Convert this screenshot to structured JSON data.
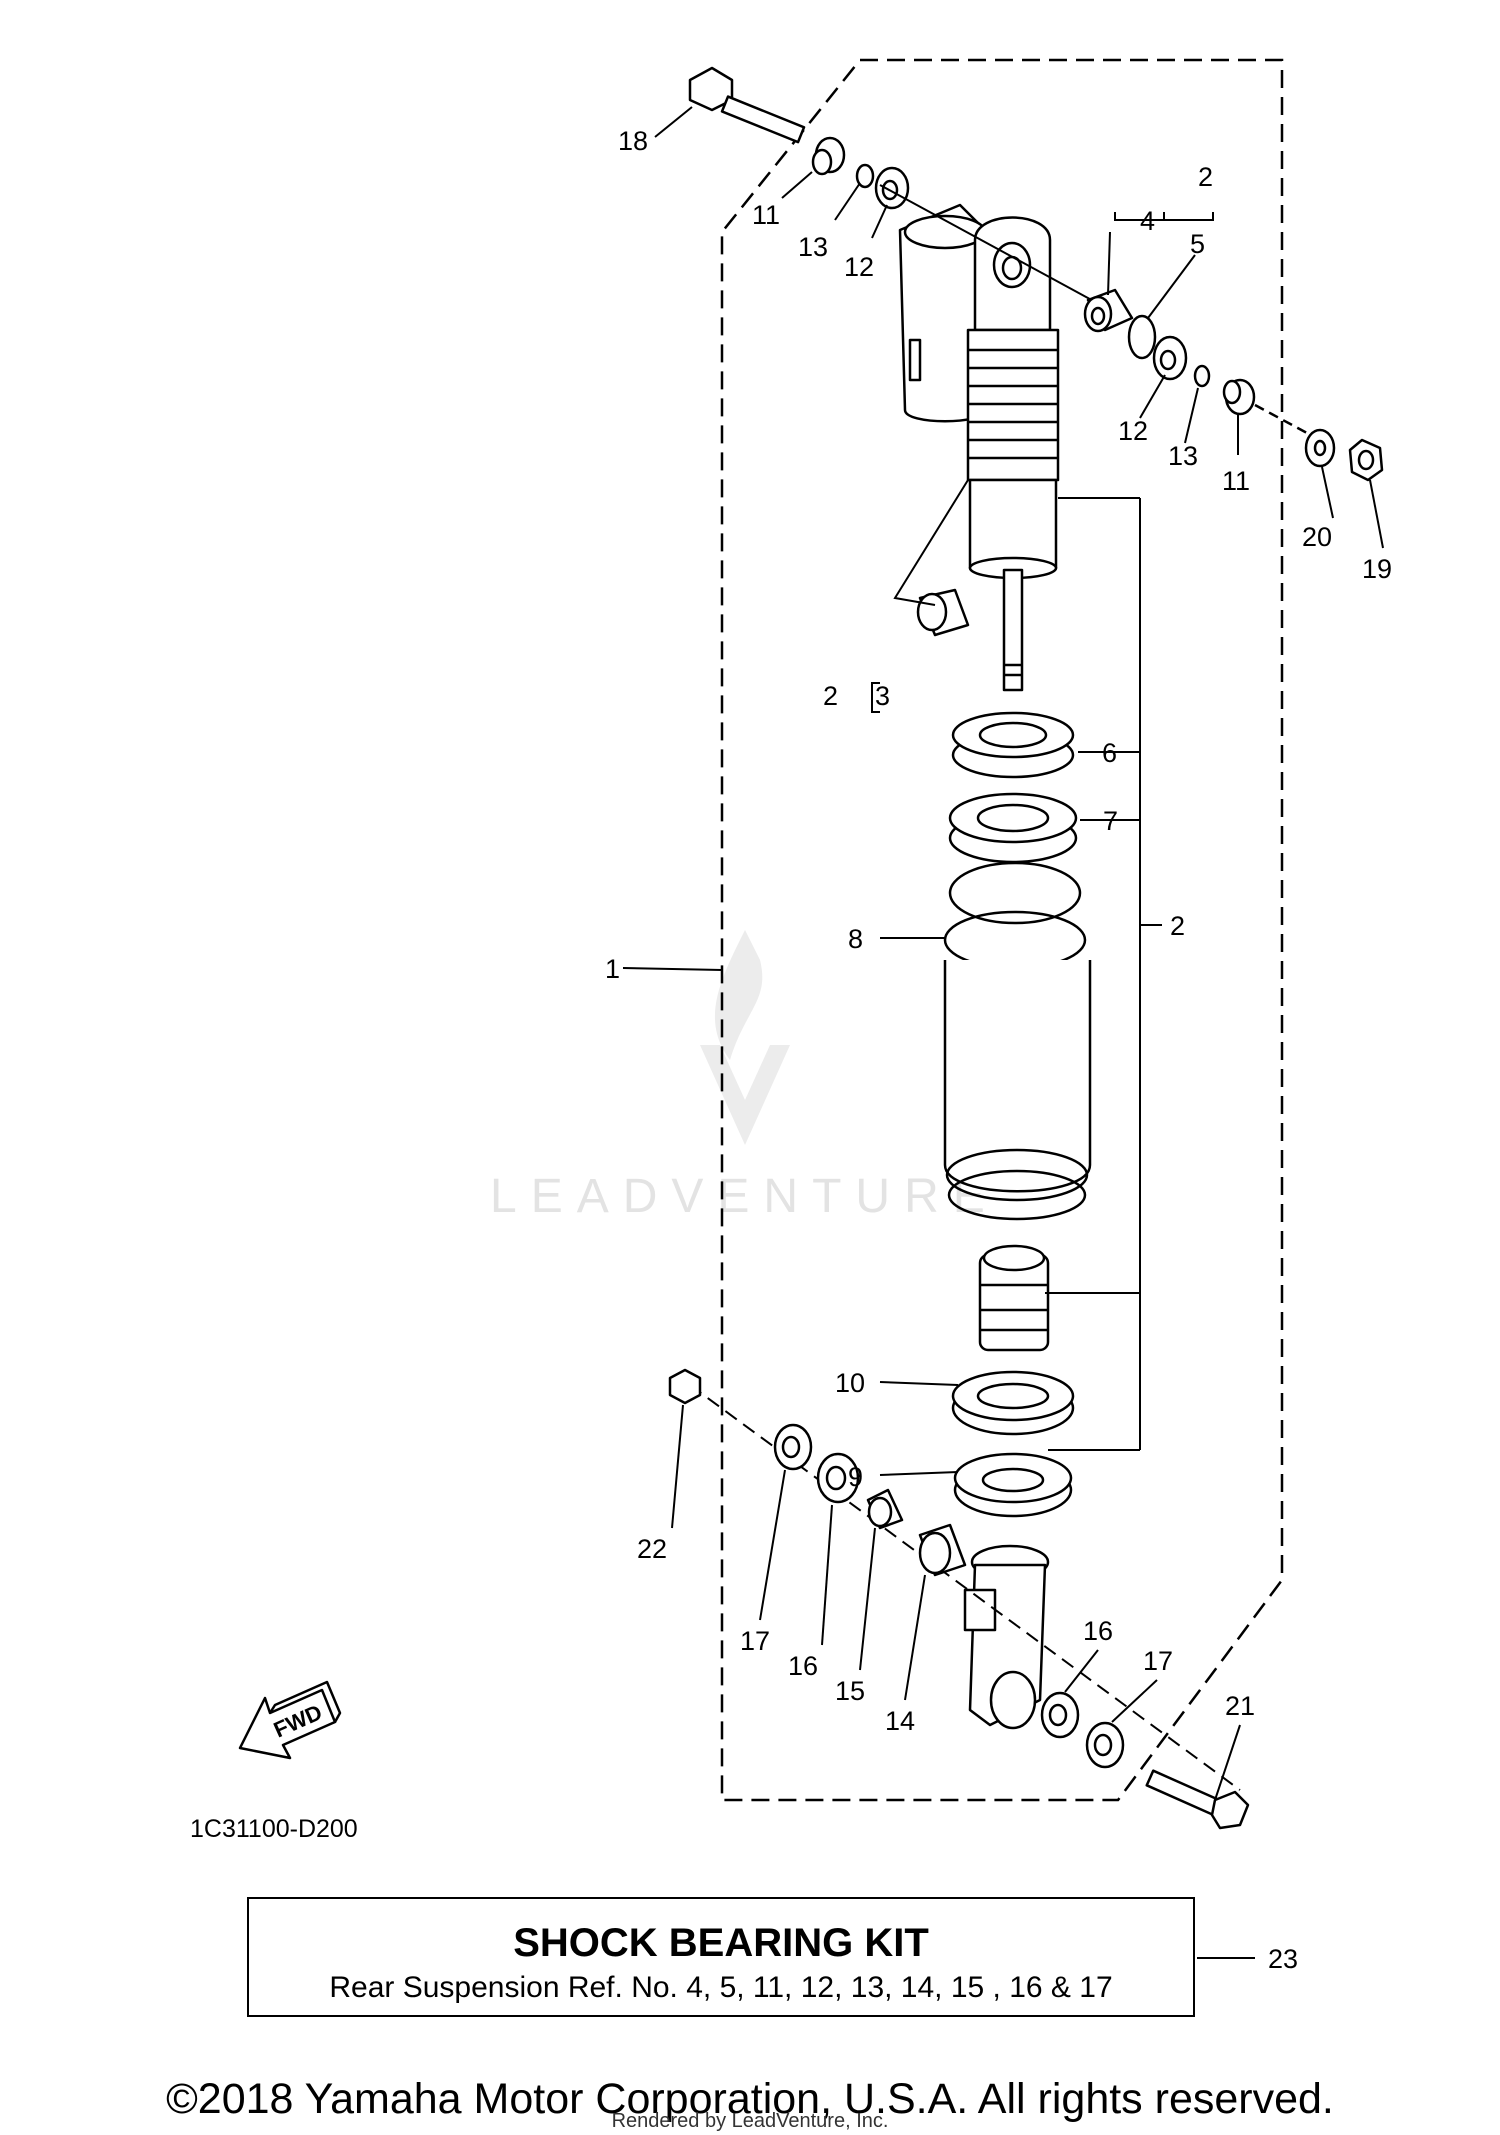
{
  "diagram_code": "1C31100-D200",
  "watermark": "LEADVENTURE",
  "fwd_label": "FWD",
  "callouts": {
    "c1": "1",
    "c2a": "2",
    "c2b": "2",
    "c2c": "2",
    "c3": "3",
    "c4": "4",
    "c5": "5",
    "c6": "6",
    "c7": "7",
    "c8": "8",
    "c9": "9",
    "c10": "10",
    "c11a": "11",
    "c11b": "11",
    "c12a": "12",
    "c12b": "12",
    "c13a": "13",
    "c13b": "13",
    "c14": "14",
    "c15": "15",
    "c16a": "16",
    "c16b": "16",
    "c17a": "17",
    "c17b": "17",
    "c18": "18",
    "c19": "19",
    "c20": "20",
    "c21": "21",
    "c22": "22",
    "c23": "23"
  },
  "kit": {
    "title": "SHOCK BEARING KIT",
    "subtitle": "Rear Suspension Ref. No. 4, 5, 11, 12, 13, 14, 15 , 16 & 17"
  },
  "footer": {
    "copyright": "©2018 Yamaha Motor Corporation, U.S.A. All rights reserved.",
    "rendered_by": "Rendered by LeadVenture, Inc."
  }
}
